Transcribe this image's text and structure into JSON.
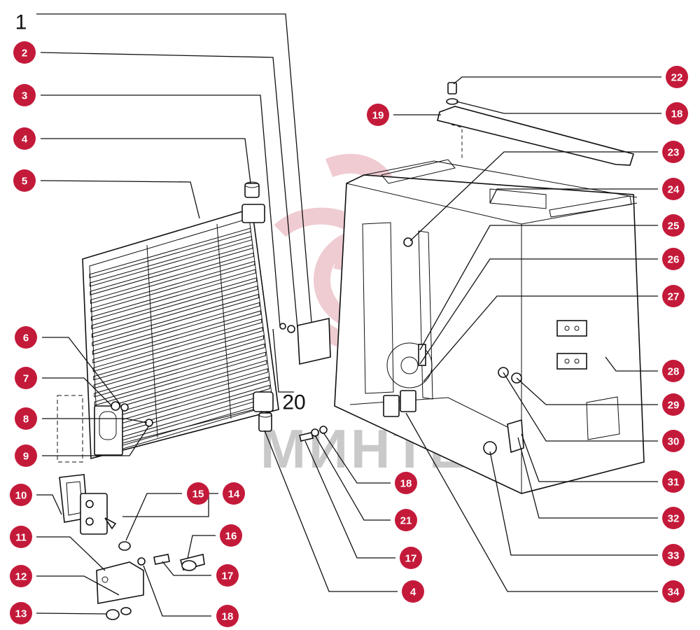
{
  "accent_color": "#c41a3a",
  "watermark": {
    "text": "MИНТЕХ",
    "color": "#c9c9c9",
    "logo_color": "#e3a3ad"
  },
  "plain_callouts": [
    {
      "id": "c1",
      "label": "1"
    },
    {
      "id": "c20",
      "label": "20"
    }
  ],
  "callouts": [
    {
      "id": "c2",
      "label": "2"
    },
    {
      "id": "c3",
      "label": "3"
    },
    {
      "id": "c4a",
      "label": "4"
    },
    {
      "id": "c5",
      "label": "5"
    },
    {
      "id": "c6",
      "label": "6"
    },
    {
      "id": "c7",
      "label": "7"
    },
    {
      "id": "c8",
      "label": "8"
    },
    {
      "id": "c9",
      "label": "9"
    },
    {
      "id": "c10",
      "label": "10"
    },
    {
      "id": "c11",
      "label": "11"
    },
    {
      "id": "c12",
      "label": "12"
    },
    {
      "id": "c13",
      "label": "13"
    },
    {
      "id": "c14",
      "label": "14"
    },
    {
      "id": "c15",
      "label": "15"
    },
    {
      "id": "c16",
      "label": "16"
    },
    {
      "id": "c17a",
      "label": "17"
    },
    {
      "id": "c18a",
      "label": "18"
    },
    {
      "id": "c18b",
      "label": "18"
    },
    {
      "id": "c21",
      "label": "21"
    },
    {
      "id": "c17b",
      "label": "17"
    },
    {
      "id": "c4b",
      "label": "4"
    },
    {
      "id": "c19",
      "label": "19"
    },
    {
      "id": "c22",
      "label": "22"
    },
    {
      "id": "c18c",
      "label": "18"
    },
    {
      "id": "c23",
      "label": "23"
    },
    {
      "id": "c24",
      "label": "24"
    },
    {
      "id": "c25",
      "label": "25"
    },
    {
      "id": "c26",
      "label": "26"
    },
    {
      "id": "c27",
      "label": "27"
    },
    {
      "id": "c28",
      "label": "28"
    },
    {
      "id": "c29",
      "label": "29"
    },
    {
      "id": "c30",
      "label": "30"
    },
    {
      "id": "c31",
      "label": "31"
    },
    {
      "id": "c32",
      "label": "32"
    },
    {
      "id": "c33",
      "label": "33"
    },
    {
      "id": "c34",
      "label": "34"
    }
  ]
}
